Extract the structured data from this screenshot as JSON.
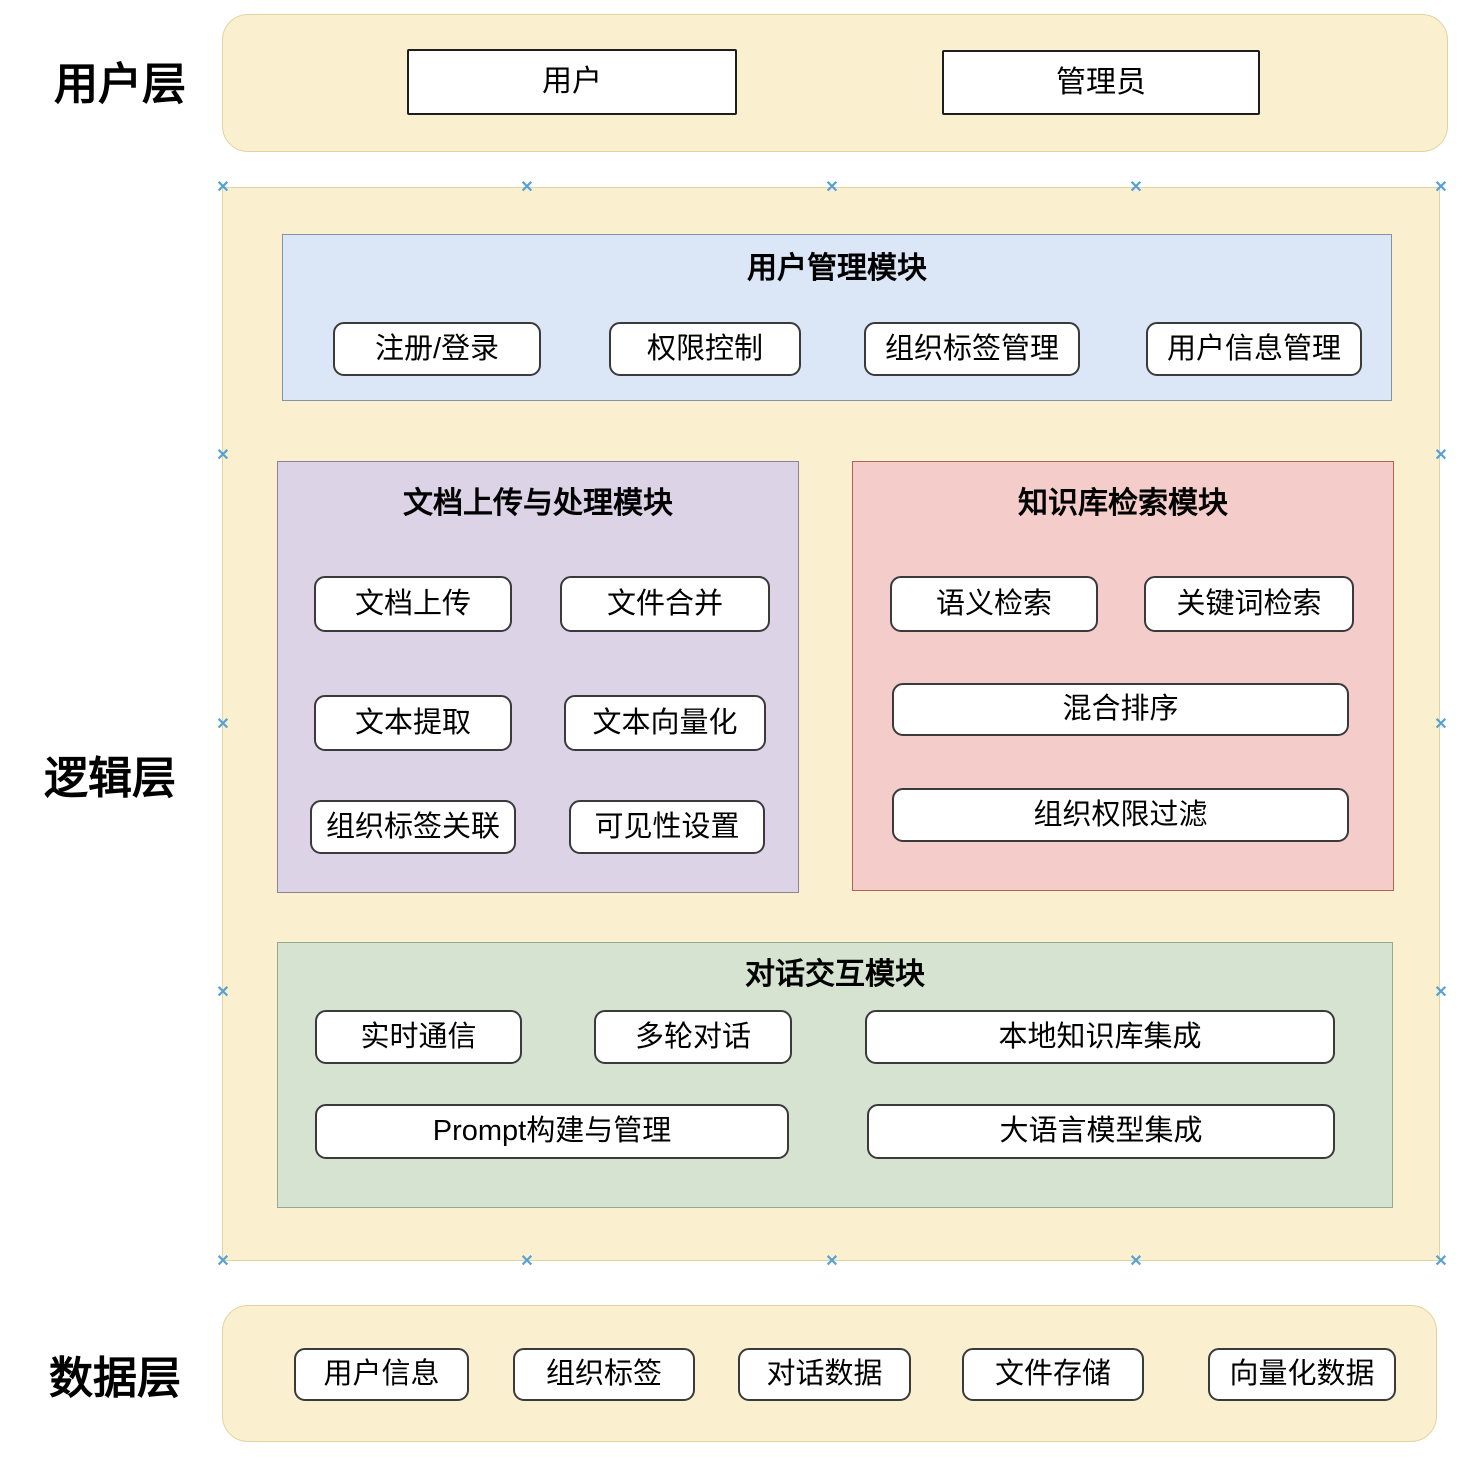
{
  "diagram": {
    "user_layer": {
      "label": "用户层",
      "nodes": {
        "user": "用户",
        "admin": "管理员"
      }
    },
    "logic_layer": {
      "label": "逻辑层",
      "modules": {
        "user_mgmt": {
          "title": "用户管理模块",
          "items": [
            "注册/登录",
            "权限控制",
            "组织标签管理",
            "用户信息管理"
          ]
        },
        "doc_processing": {
          "title": "文档上传与处理模块",
          "items": [
            "文档上传",
            "文件合并",
            "文本提取",
            "文本向量化",
            "组织标签关联",
            "可见性设置"
          ]
        },
        "kb_retrieval": {
          "title": "知识库检索模块",
          "items": [
            "语义检索",
            "关键词检索",
            "混合排序",
            "组织权限过滤"
          ]
        },
        "chat": {
          "title": "对话交互模块",
          "items": [
            "实时通信",
            "多轮对话",
            "本地知识库集成",
            "Prompt构建与管理",
            "大语言模型集成"
          ]
        }
      }
    },
    "data_layer": {
      "label": "数据层",
      "items": [
        "用户信息",
        "组织标签",
        "对话数据",
        "文件存储",
        "向量化数据"
      ]
    }
  },
  "icons": {
    "connection_point": "✕"
  },
  "colors": {
    "layer_fill": "#FAF0D0",
    "layer_border": "#E3D3A0",
    "module_blue_fill": "#DBE6F7",
    "module_blue_border": "#8494A6",
    "module_purple_fill": "#DDD3E7",
    "module_purple_border": "#8D8296",
    "module_red_fill": "#F4CCCA",
    "module_red_border": "#B26159",
    "module_green_fill": "#D6E3D1",
    "module_green_border": "#94A892",
    "node_fill": "#FFFFFF",
    "node_border": "#3A3A3A",
    "connection_handle": "#56A1D4",
    "text": "#000000"
  }
}
